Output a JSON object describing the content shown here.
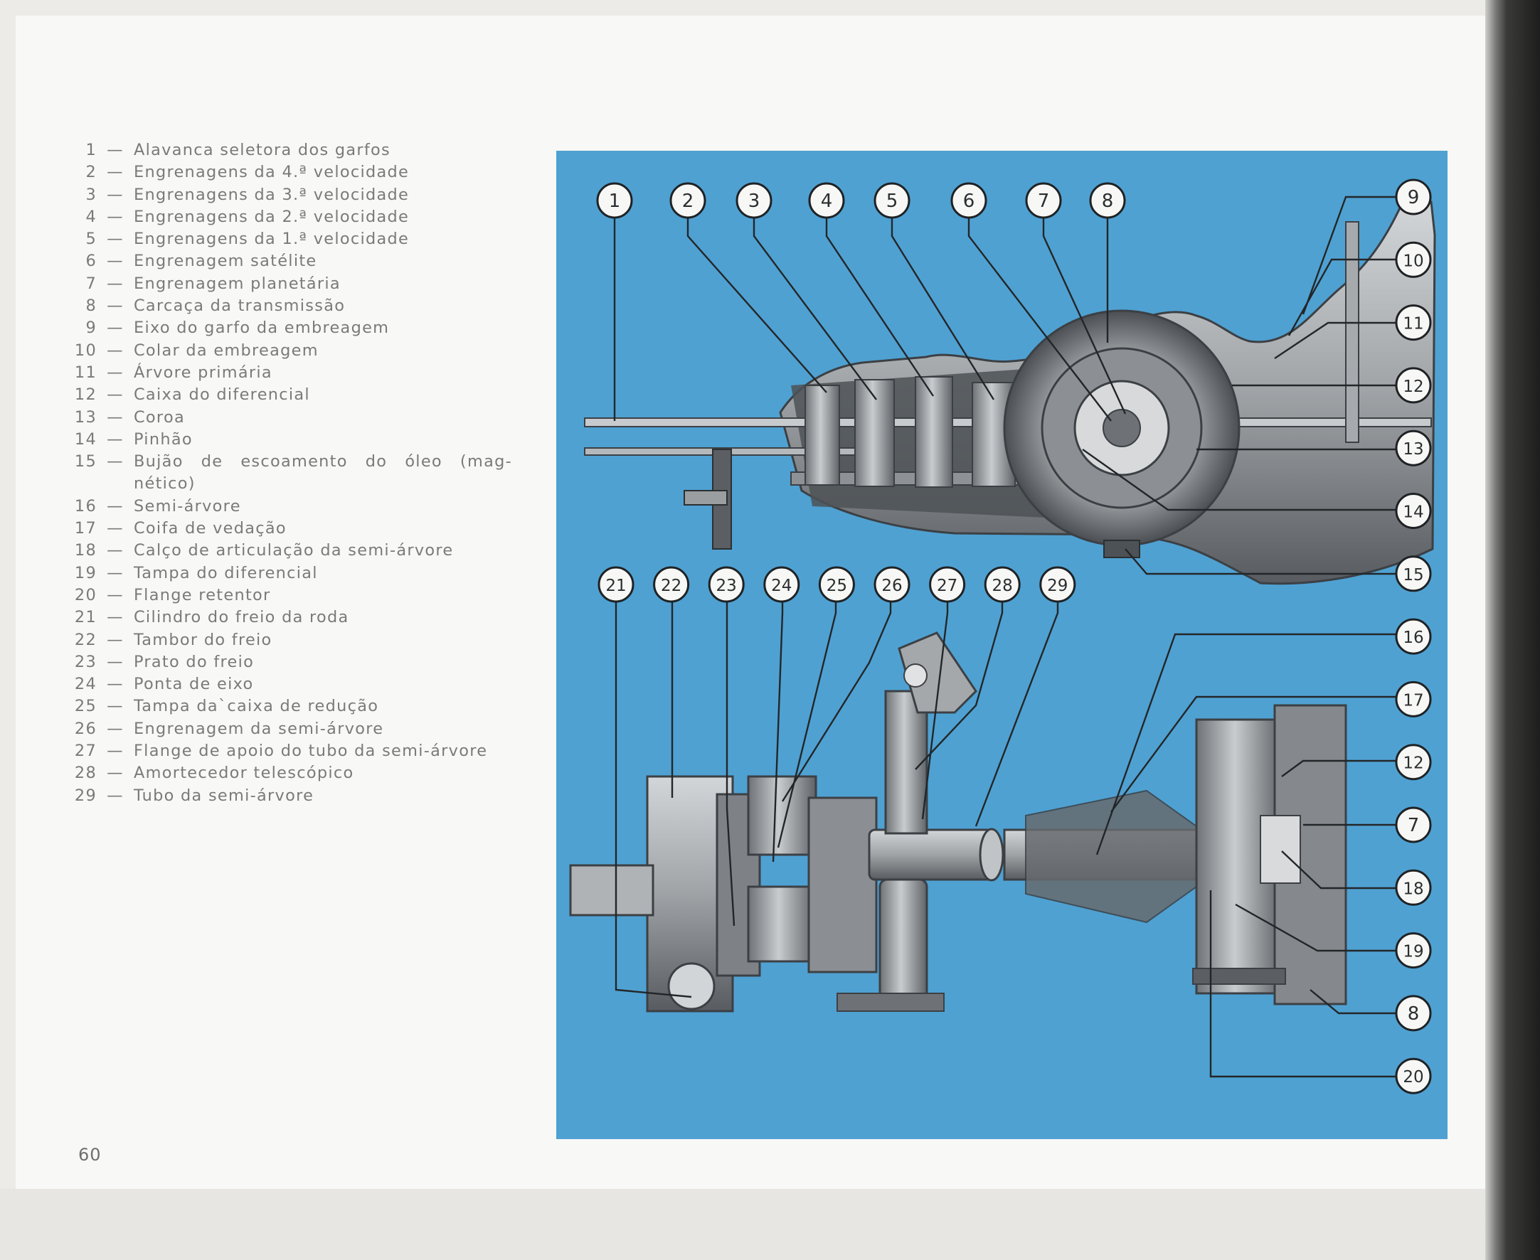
{
  "legend": [
    {
      "num": "1",
      "text": "Alavanca seletora dos garfos"
    },
    {
      "num": "2",
      "text": "Engrenagens da 4.ª velocidade"
    },
    {
      "num": "3",
      "text": "Engrenagens da 3.ª velocidade"
    },
    {
      "num": "4",
      "text": "Engrenagens da 2.ª velocidade"
    },
    {
      "num": "5",
      "text": "Engrenagens da 1.ª velocidade"
    },
    {
      "num": "6",
      "text": "Engrenagem satélite"
    },
    {
      "num": "7",
      "text": "Engrenagem planetária"
    },
    {
      "num": "8",
      "text": "Carcaça da transmissão"
    },
    {
      "num": "9",
      "text": "Eixo do garfo da embreagem"
    },
    {
      "num": "10",
      "text": "Colar da embreagem"
    },
    {
      "num": "11",
      "text": "Árvore primária"
    },
    {
      "num": "12",
      "text": "Caixa do diferencial"
    },
    {
      "num": "13",
      "text": "Coroa"
    },
    {
      "num": "14",
      "text": "Pinhão"
    },
    {
      "num": "15",
      "text": "Bujão de escoamento do óleo (mag-",
      "cont": "nético)"
    },
    {
      "num": "16",
      "text": "Semi-árvore"
    },
    {
      "num": "17",
      "text": "Coifa de vedação"
    },
    {
      "num": "18",
      "text": "Calço de articulação da semi-árvore"
    },
    {
      "num": "19",
      "text": "Tampa do diferencial"
    },
    {
      "num": "20",
      "text": "Flange retentor"
    },
    {
      "num": "21",
      "text": "Cilindro do freio da roda"
    },
    {
      "num": "22",
      "text": "Tambor do freio"
    },
    {
      "num": "23",
      "text": "Prato do freio"
    },
    {
      "num": "24",
      "text": "Ponta de eixo"
    },
    {
      "num": "25",
      "text": "Tampa da`caixa de redução"
    },
    {
      "num": "26",
      "text": "Engrenagem da semi-árvore"
    },
    {
      "num": "27",
      "text": "Flange de apoio do tubo da semi-árvore"
    },
    {
      "num": "28",
      "text": "Amortecedor telescópico"
    },
    {
      "num": "29",
      "text": "Tubo da semi-árvore"
    }
  ],
  "legend_dash": "—",
  "page_number": "60",
  "callouts": {
    "top_row": [
      "1",
      "2",
      "3",
      "4",
      "5",
      "6",
      "7",
      "8"
    ],
    "right_column": [
      "9",
      "10",
      "11",
      "12",
      "13",
      "14",
      "15",
      "16",
      "17",
      "12",
      "7",
      "18",
      "19",
      "8",
      "20"
    ],
    "bottom_row": [
      "21",
      "22",
      "23",
      "24",
      "25",
      "26",
      "27",
      "28",
      "29"
    ]
  },
  "colors": {
    "figure_background": "#4fa1d2",
    "callout_fill": "#f7f7f5",
    "legend_text": "#7a7a78"
  }
}
